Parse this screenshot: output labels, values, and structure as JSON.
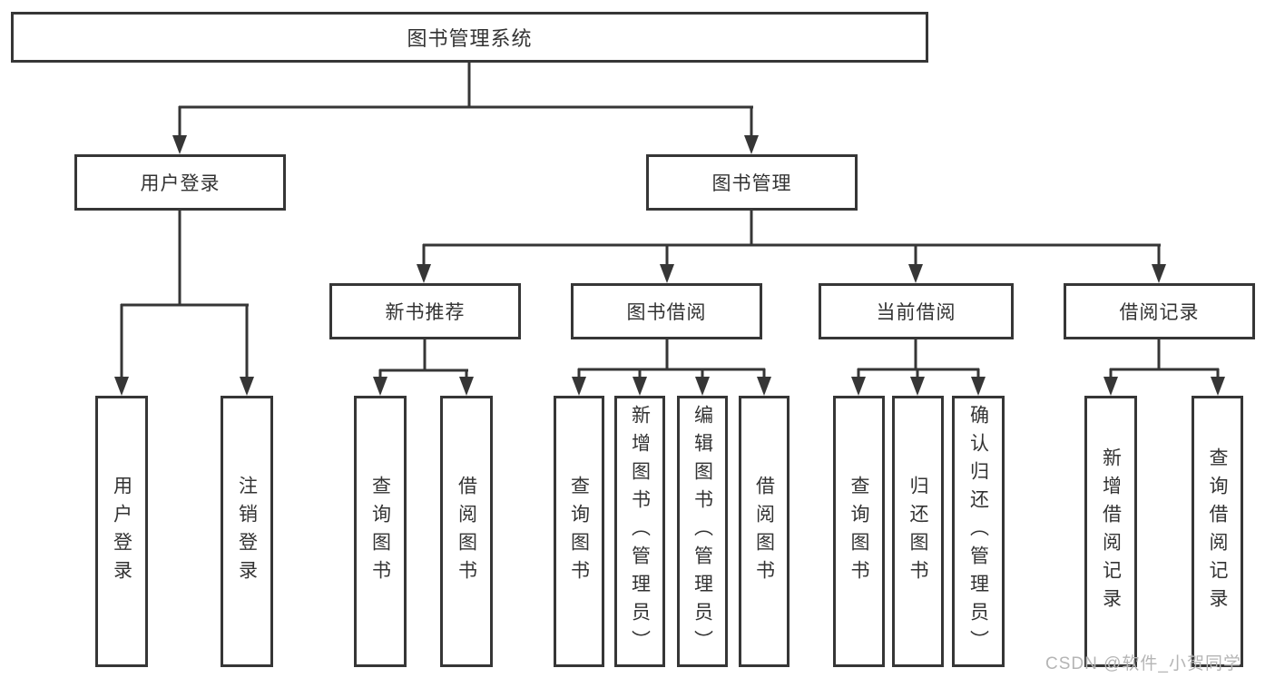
{
  "diagram_title": "图书管理系统",
  "tree": {
    "root": {
      "label": "图书管理系统",
      "children": [
        {
          "label": "用户登录",
          "children": [
            {
              "label": "用户登录"
            },
            {
              "label": "注销登录"
            }
          ]
        },
        {
          "label": "图书管理",
          "children": [
            {
              "label": "新书推荐",
              "children": [
                {
                  "label": "查询图书"
                },
                {
                  "label": "借阅图书"
                }
              ]
            },
            {
              "label": "图书借阅",
              "children": [
                {
                  "label": "查询图书"
                },
                {
                  "label": "新增图书（管理员）"
                },
                {
                  "label": "编辑图书（管理员）"
                },
                {
                  "label": "借阅图书"
                }
              ]
            },
            {
              "label": "当前借阅",
              "children": [
                {
                  "label": "查询图书"
                },
                {
                  "label": "归还图书"
                },
                {
                  "label": "确认归还（管理员）"
                }
              ]
            },
            {
              "label": "借阅记录",
              "children": [
                {
                  "label": "新增借阅记录"
                },
                {
                  "label": "查询借阅记录"
                }
              ]
            }
          ]
        }
      ]
    }
  },
  "watermark": {
    "text": "CSDN @软件_小贺同学"
  },
  "colors": {
    "line": "#363636",
    "text": "#333333",
    "wm": "#b5b5b5",
    "bg": "#ffffff"
  }
}
